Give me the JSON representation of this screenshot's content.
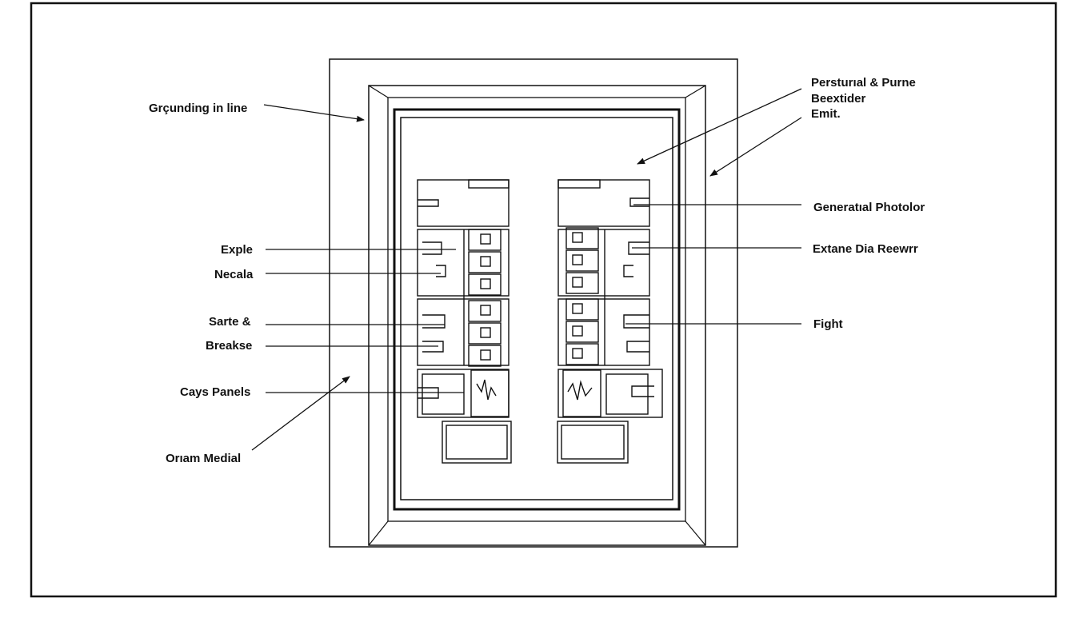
{
  "colors": {
    "ink": "#111111",
    "paper": "#ffffff"
  },
  "labels": {
    "grounding_line": "Grçunding in line",
    "top_right_line1": "Persturıal & Purne",
    "top_right_line2": "Beextider",
    "top_right_line3": "Emit.",
    "generatial": "Generatıal Photolor",
    "exple": "Exple",
    "necala": "Necala",
    "extane": "Extane Dia Reewrr",
    "sarte": "Sarte &",
    "breakse": "Breakse",
    "fight": "Fight",
    "cays_panels": "Cays Panels",
    "oriam_medial": "Orıam Medial"
  }
}
